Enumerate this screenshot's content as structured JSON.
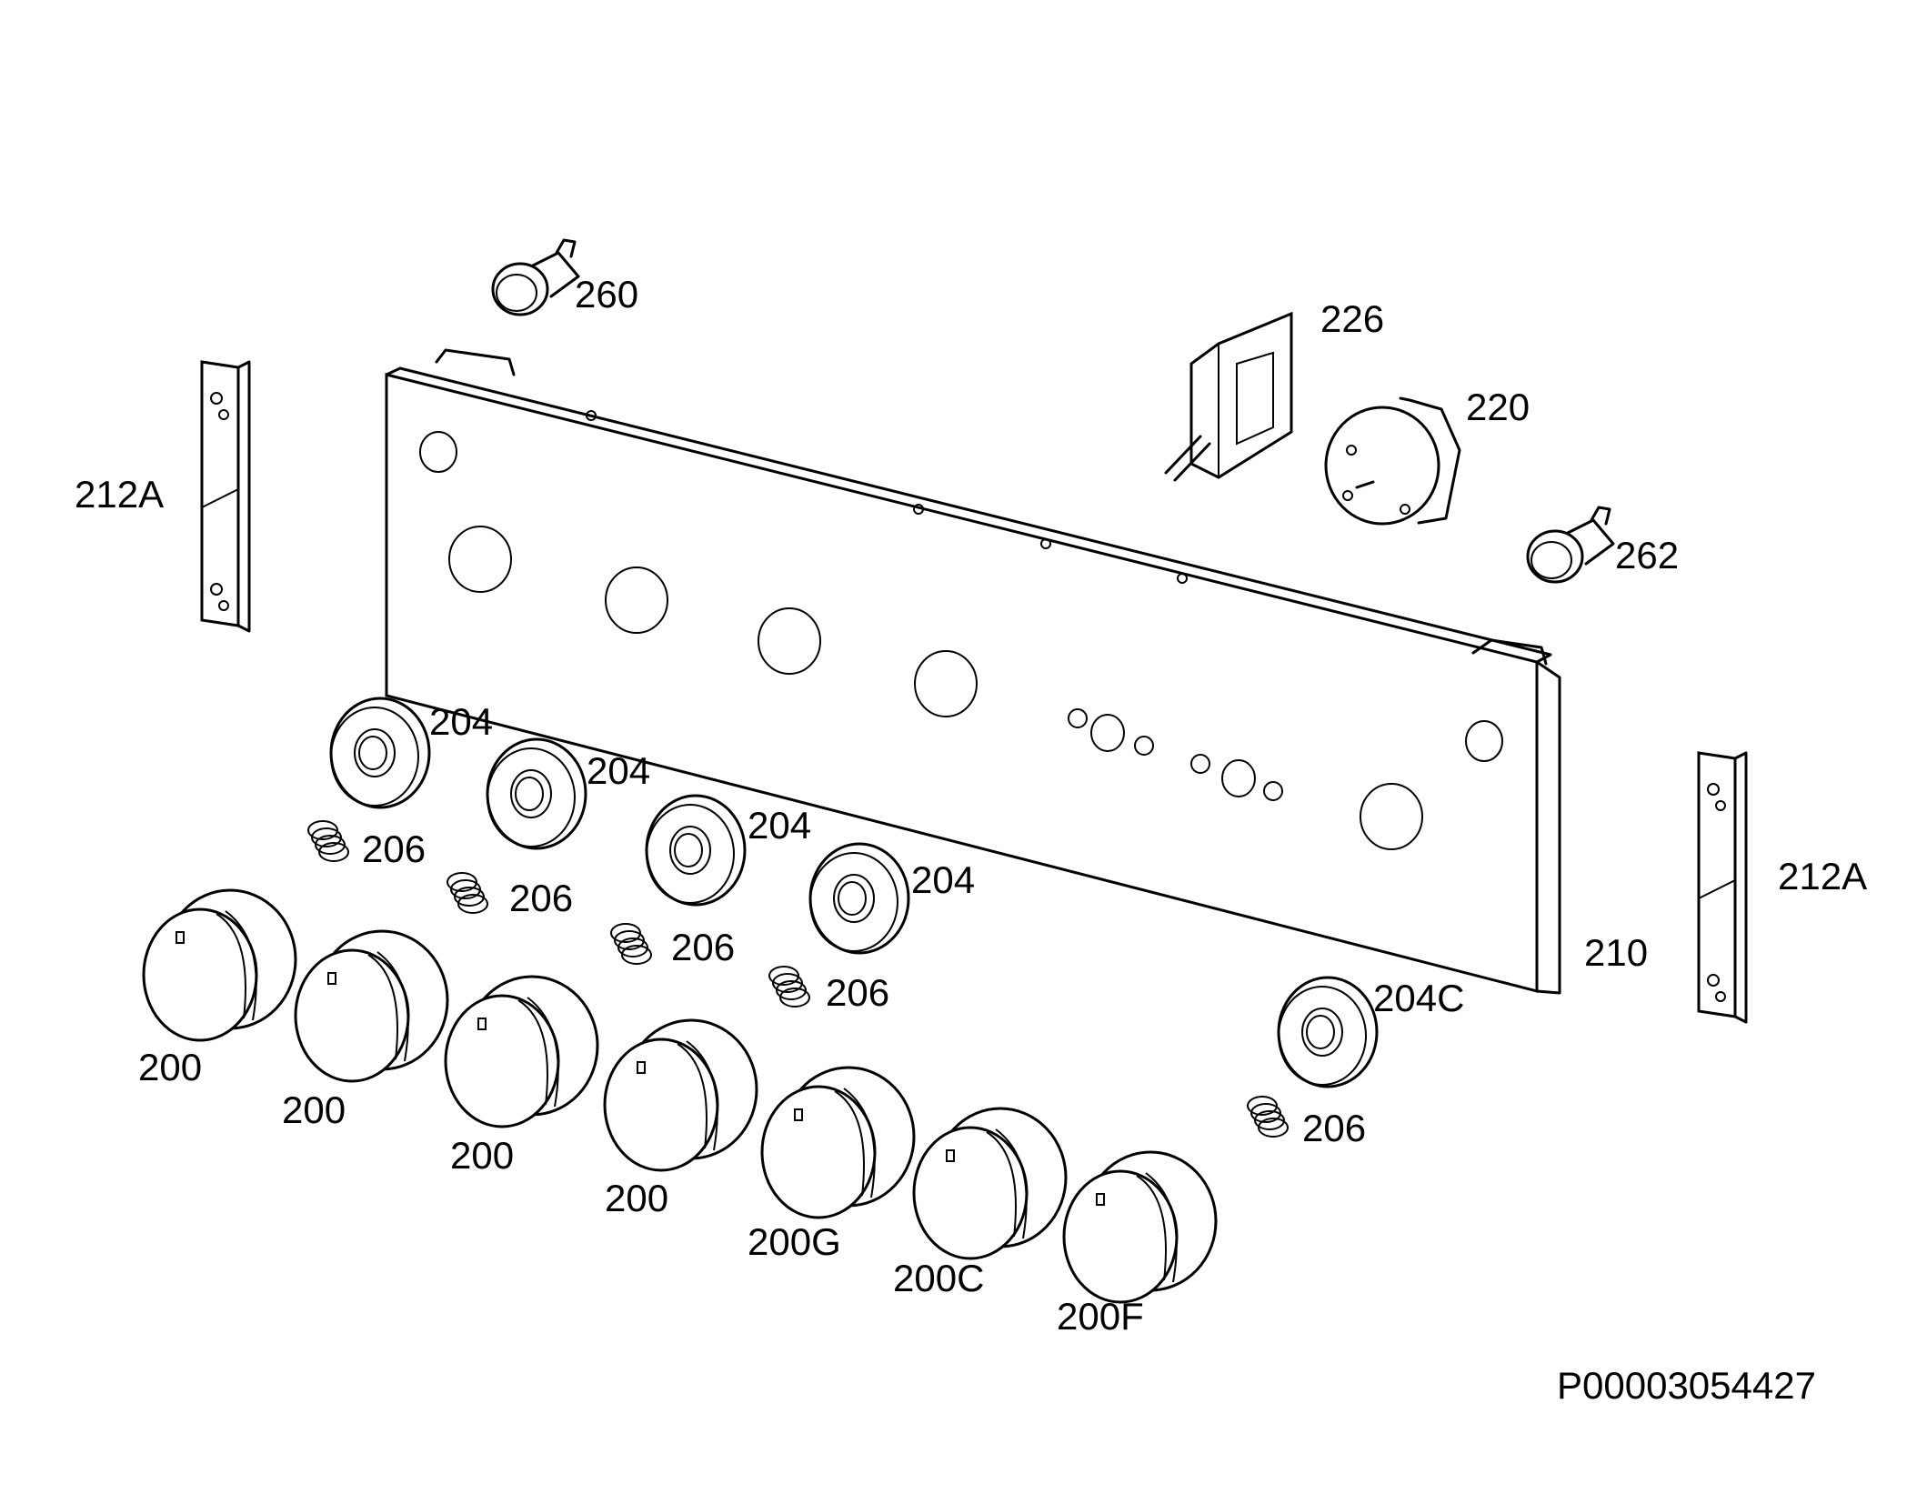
{
  "diagram": {
    "part_number": "P00003054427",
    "labels": {
      "l260": "260",
      "l226": "226",
      "l220": "220",
      "l262": "262",
      "l212A_left": "212A",
      "l212A_right": "212A",
      "l210": "210",
      "l204_1": "204",
      "l204_2": "204",
      "l204_3": "204",
      "l204_4": "204",
      "l204C": "204C",
      "l206_1": "206",
      "l206_2": "206",
      "l206_3": "206",
      "l206_4": "206",
      "l206_5": "206",
      "l200_1": "200",
      "l200_2": "200",
      "l200_3": "200",
      "l200_4": "200",
      "l200G": "200G",
      "l200C": "200C",
      "l200F": "200F"
    }
  }
}
